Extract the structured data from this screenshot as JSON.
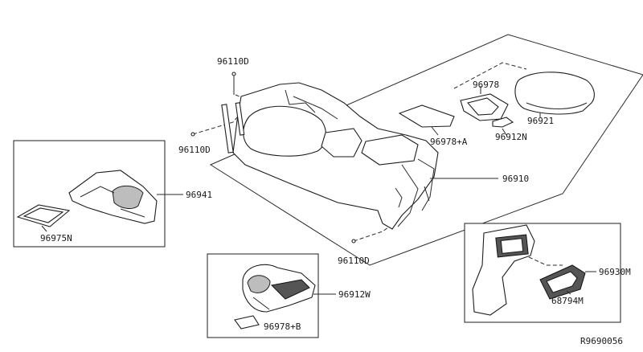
{
  "diagram": {
    "title": "Center console assembly parts diagram",
    "reference": "R9690056",
    "labels": {
      "clip_top": "96110D",
      "clip_left": "96110D",
      "clip_bottom": "96110D",
      "lid_pad": "96978",
      "armrest_lid": "96921",
      "mat": "96978+A",
      "clip_small": "96912N",
      "console_body": "96910",
      "front_finisher": "96941",
      "tray_mat": "96975N",
      "cup_holder": "96912W",
      "cup_mat": "96978+B",
      "rear_panel": "96930M",
      "rear_vent": "68794M"
    }
  }
}
